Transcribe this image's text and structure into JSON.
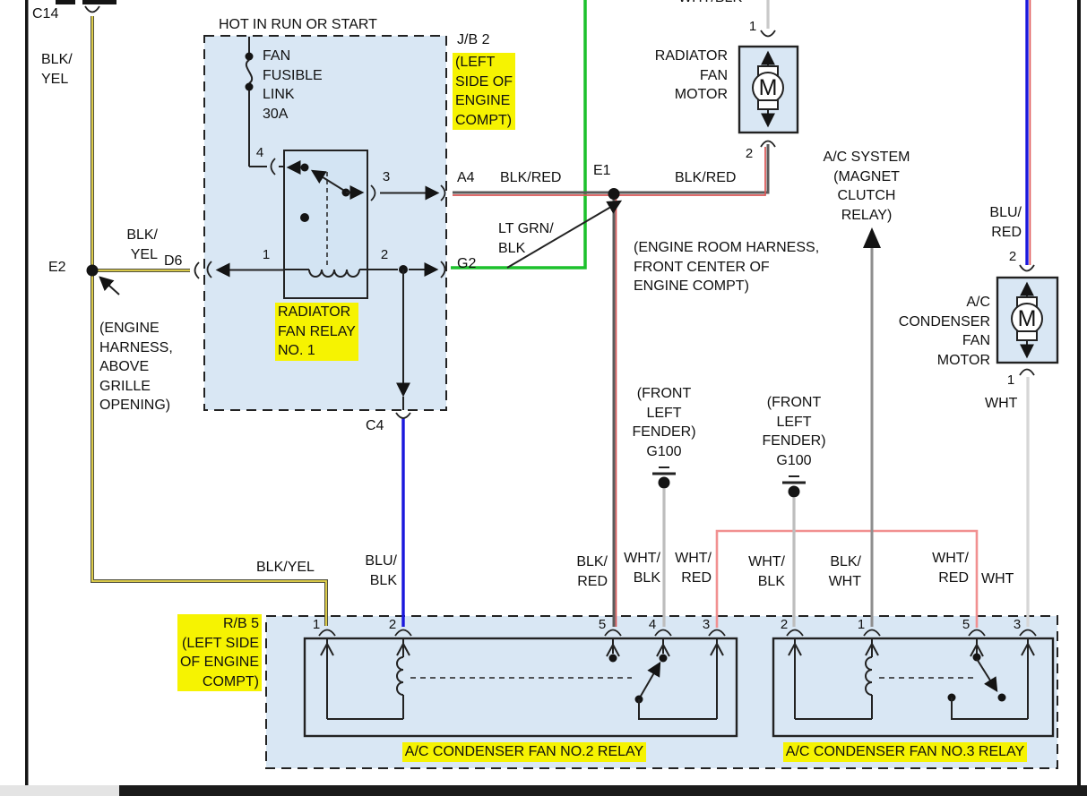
{
  "colors": {
    "box_fill": "#d9e7f4",
    "highlight": "#f6f301",
    "green_wire": "#1cc12c",
    "blue_wire": "#1b18dd",
    "red_wire": "#d95555",
    "pink_wire": "#f19090",
    "yellow_wire": "#ecd94b"
  },
  "top": {
    "c14": "C14",
    "blk_yel": "BLK/\nYEL",
    "cut_label": "WHT/BLK"
  },
  "jb2_box": {
    "header": "HOT IN RUN OR START",
    "name": "J/B 2",
    "location": "(LEFT\nSIDE OF\nENGINE\nCOMPT)",
    "fusible_link": "FAN\nFUSIBLE\nLINK\n30A",
    "relay_name": "RADIATOR\nFAN RELAY\nNO. 1",
    "pins": {
      "p4": "4",
      "p3": "3",
      "p1": "1",
      "p2": "2"
    },
    "a4": "A4",
    "g2": "G2",
    "c4": "C4",
    "d6": "D6"
  },
  "wires": {
    "blk_red_left": "BLK/RED",
    "lt_grn_blk": "LT GRN/\nBLK",
    "blk_yel_mid": "BLK/\nYEL",
    "blk_red_right": "BLK/RED",
    "blu_red": "BLU/\nRED",
    "wht_motor": "WHT",
    "blk_yel_bottom": "BLK/YEL",
    "blu_blk": "BLU/\nBLK",
    "blk_red_bottom": "BLK/\nRED",
    "wht_blk_1": "WHT/\nBLK",
    "wht_red_1": "WHT/\nRED",
    "wht_blk_2": "WHT/\nBLK",
    "blk_wht": "BLK/\nWHT",
    "wht_red_2": "WHT/\nRED",
    "wht_bottom": "WHT"
  },
  "components": {
    "radiator_fan_motor": {
      "label": "RADIATOR\nFAN\nMOTOR",
      "m": "M",
      "pin1": "1",
      "pin2": "2"
    },
    "ac_condenser_fan_motor": {
      "label": "A/C\nCONDENSER\nFAN\nMOTOR",
      "m": "M",
      "pin1": "1",
      "pin2": "2"
    },
    "ac_system": "A/C SYSTEM\n(MAGNET\nCLUTCH\nRELAY)",
    "ground1": "(FRONT\nLEFT\nFENDER)\nG100",
    "ground2": "(FRONT\nLEFT\nFENDER)\nG100"
  },
  "junctions": {
    "e1": "E1",
    "e1_note": "(ENGINE ROOM HARNESS,\nFRONT CENTER OF\nENGINE COMPT)",
    "e2": "E2",
    "e2_note": "(ENGINE\nHARNESS,\nABOVE\nGRILLE\nOPENING)"
  },
  "rb5_box": {
    "name_and_location": "R/B 5\n(LEFT SIDE\nOF ENGINE\nCOMPT)",
    "relay2": {
      "label": "A/C CONDENSER FAN NO.2 RELAY",
      "pins": [
        "1",
        "2",
        "5",
        "4",
        "3"
      ]
    },
    "relay3": {
      "label": "A/C CONDENSER FAN NO.3 RELAY",
      "pins": [
        "2",
        "1",
        "5",
        "3"
      ]
    }
  }
}
